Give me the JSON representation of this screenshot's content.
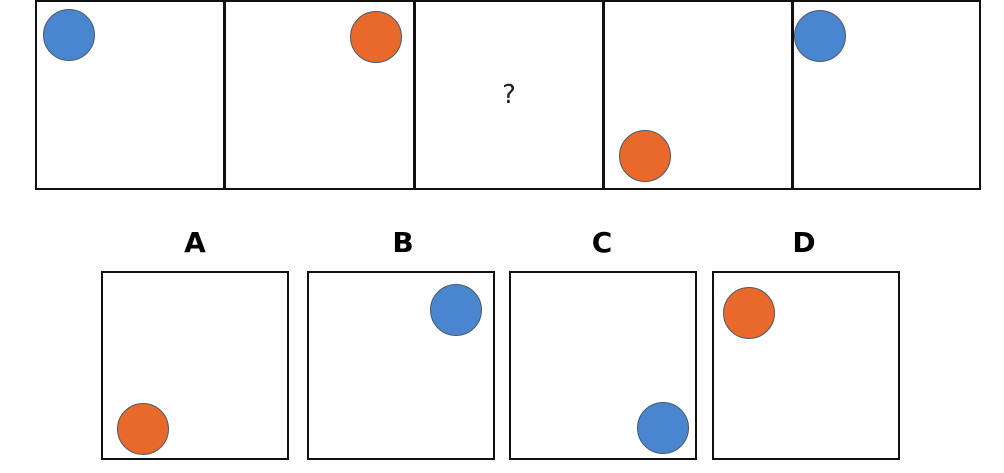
{
  "sequence": {
    "cells": [
      {
        "circle": {
          "color": "blue",
          "position": "top-left"
        }
      },
      {
        "circle": {
          "color": "orange",
          "position": "top-right"
        }
      },
      {
        "question": "?"
      },
      {
        "circle": {
          "color": "orange",
          "position": "bottom-left"
        }
      },
      {
        "circle": {
          "color": "blue",
          "position": "top-left"
        }
      }
    ]
  },
  "options": [
    {
      "label": "A",
      "circle": {
        "color": "orange",
        "position": "bottom-left"
      }
    },
    {
      "label": "B",
      "circle": {
        "color": "blue",
        "position": "top-right"
      }
    },
    {
      "label": "C",
      "circle": {
        "color": "blue",
        "position": "bottom-right"
      }
    },
    {
      "label": "D",
      "circle": {
        "color": "orange",
        "position": "top-left"
      }
    }
  ],
  "colors": {
    "blue": "#4a86cf",
    "orange": "#e8692a",
    "border": "#111111"
  }
}
